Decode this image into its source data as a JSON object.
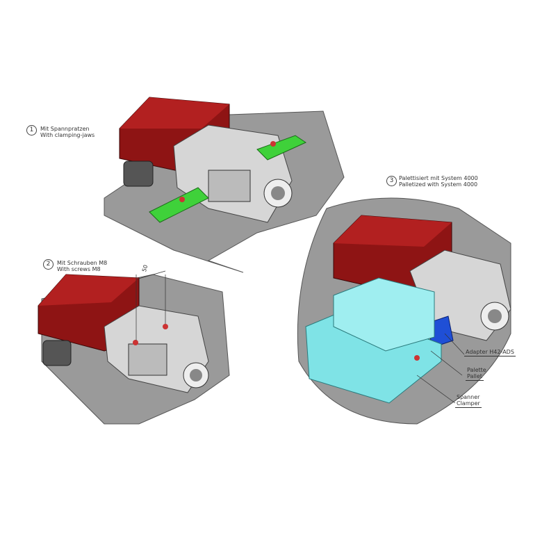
{
  "variants": [
    {
      "number": "1",
      "line_de": "Mit Spannpratzen",
      "line_en": "With clamping-jaws"
    },
    {
      "number": "2",
      "line_de": "Mit Schrauben  M8",
      "line_en": "With screws M8"
    },
    {
      "number": "3",
      "line_de": "Palettisiert mit System 4000",
      "line_en": "Palletized with System 4000"
    }
  ],
  "dimension": "50",
  "callouts": {
    "adapter": "Adapter H42-ADS",
    "pallet_de": "Palette",
    "pallet_en": "Pallet",
    "clamper_de": "Spanner",
    "clamper_en": "Clamper"
  },
  "colors": {
    "motor": "#8e1414",
    "plate": "#9a9a9a",
    "housing": "#d6d6d6",
    "jaw": "#3fd13a",
    "pallet": "#7fe3e6",
    "adapter": "#1f4fd6"
  }
}
